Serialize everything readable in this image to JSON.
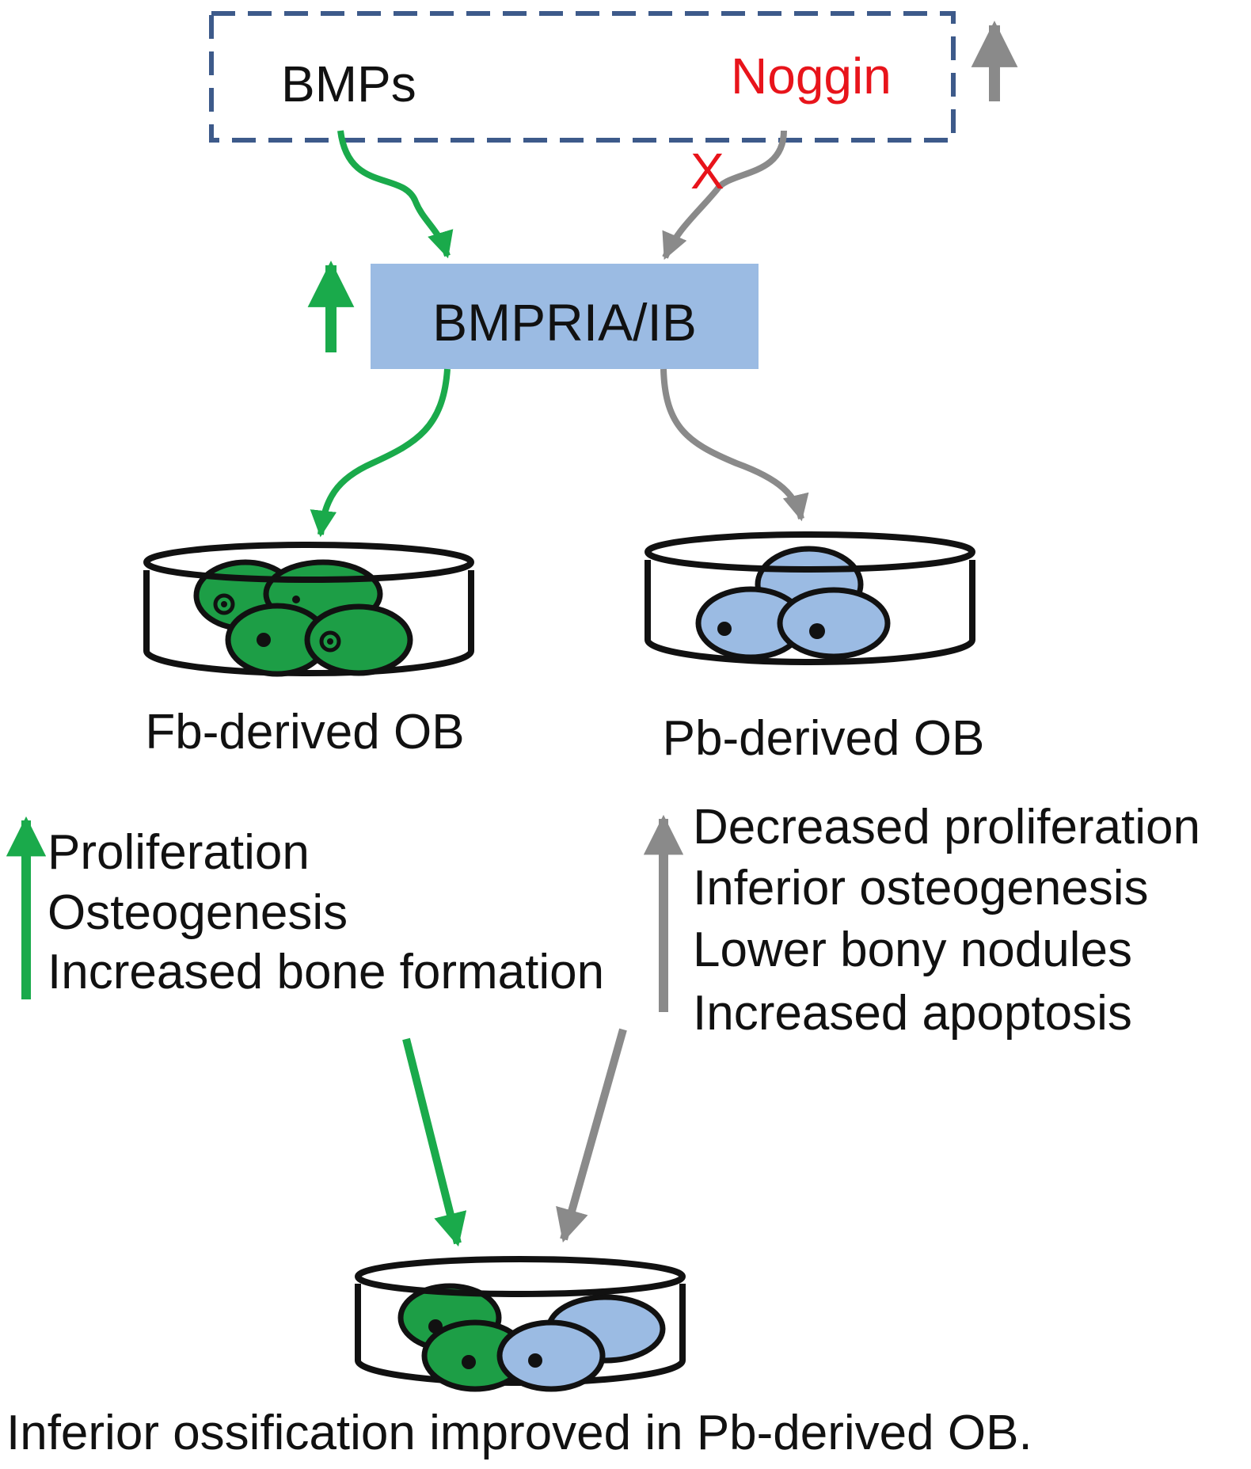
{
  "top_box": {
    "left_label": "BMPs",
    "right_label": "Noggin",
    "block_mark": "X"
  },
  "receptor": {
    "label": "BMPRIA/IB"
  },
  "dishes": {
    "fb_label": "Fb-derived OB",
    "pb_label": "Pb-derived OB"
  },
  "fb_effects": [
    "Proliferation",
    "Osteogenesis",
    "Increased bone formation"
  ],
  "pb_effects": [
    "Decreased proliferation",
    "Inferior osteogenesis",
    "Lower bony nodules",
    "Increased apoptosis"
  ],
  "conclusion": "Inferior ossification improved in Pb-derived OB.",
  "colors": {
    "green": "#1aaa4b",
    "gray": "#8a8a8a",
    "red": "#e8141b",
    "dash_blue": "#3d5a8a",
    "receptor_fill": "#9bbbe3",
    "cell_green": "#1d9e46",
    "cell_blue": "#9bbbe3",
    "text": "#111111"
  }
}
